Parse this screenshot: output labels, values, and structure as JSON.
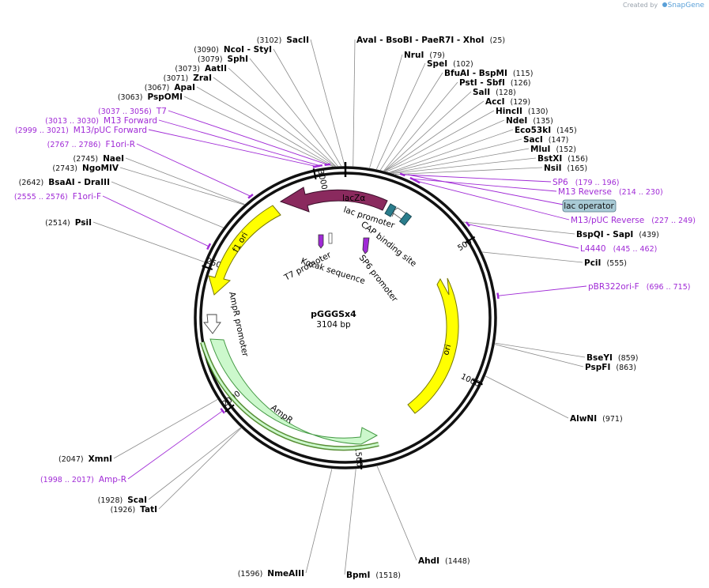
{
  "brand": {
    "prefix": "Created by",
    "name": "SnapGene"
  },
  "plasmid": {
    "name": "pGGGSx4",
    "length_text": "3104 bp",
    "length": 3104
  },
  "ticks": [
    {
      "label": "500",
      "pos": 500
    },
    {
      "label": "1000",
      "pos": 1000
    },
    {
      "label": "1500",
      "pos": 1500
    },
    {
      "label": "2000",
      "pos": 2000
    },
    {
      "label": "2500",
      "pos": 2500
    },
    {
      "label": "3000",
      "pos": 3000
    }
  ],
  "sites": [
    {
      "pos": 25,
      "label": "AvaI   - BsoBI   - PaeR7I   - XhoI",
      "number": "(25)"
    },
    {
      "pos": 79,
      "label": "NruI",
      "number": "(79)"
    },
    {
      "pos": 102,
      "label": "SpeI",
      "number": "(102)"
    },
    {
      "pos": 115,
      "label": "BfuAI   - BspMI",
      "number": "(115)"
    },
    {
      "pos": 126,
      "label": "PstI   - SbfI",
      "number": "(126)"
    },
    {
      "pos": 128,
      "label": "SalI",
      "number": "(128)"
    },
    {
      "pos": 129,
      "label": "AccI",
      "number": "(129)"
    },
    {
      "pos": 130,
      "label": "HincII",
      "number": "(130)"
    },
    {
      "pos": 135,
      "label": "NdeI",
      "number": "(135)"
    },
    {
      "pos": 145,
      "label": "Eco53kI",
      "number": "(145)"
    },
    {
      "pos": 147,
      "label": "SacI",
      "number": "(147)"
    },
    {
      "pos": 152,
      "label": "MluI",
      "number": "(152)"
    },
    {
      "pos": 156,
      "label": "BstXI",
      "number": "(156)"
    },
    {
      "pos": 165,
      "label": "NsiI",
      "number": "(165)"
    },
    {
      "pos": 439,
      "label": "BspQI   - SapI",
      "number": "(439)"
    },
    {
      "pos": 555,
      "label": "PciI",
      "number": "(555)"
    },
    {
      "pos": 859,
      "label": "BseYI",
      "number": "(859)"
    },
    {
      "pos": 863,
      "label": "PspFI",
      "number": "(863)"
    },
    {
      "pos": 971,
      "label": "AlwNI",
      "number": "(971)"
    },
    {
      "pos": 1448,
      "label": "AhdI",
      "number": "(1448)"
    },
    {
      "pos": 1518,
      "label": "BpmI",
      "number": "(1518)"
    },
    {
      "pos": 1596,
      "label": "NmeAIII",
      "number": "(1596)"
    },
    {
      "pos": 1926,
      "label": "TatI",
      "number": "(1926)"
    },
    {
      "pos": 1928,
      "label": "ScaI",
      "number": "(1928)"
    },
    {
      "pos": 2047,
      "label": "XmnI",
      "number": "(2047)"
    },
    {
      "pos": 2514,
      "label": "PsiI",
      "number": "(2514)"
    },
    {
      "pos": 2642,
      "label": "BsaAI   - DraIII",
      "number": "(2642)"
    },
    {
      "pos": 2743,
      "label": "NgoMIV",
      "number": "(2743)"
    },
    {
      "pos": 2745,
      "label": "NaeI",
      "number": "(2745)"
    },
    {
      "pos": 3063,
      "label": "PspOMI",
      "number": "(3063)"
    },
    {
      "pos": 3067,
      "label": "ApaI",
      "number": "(3067)"
    },
    {
      "pos": 3071,
      "label": "ZraI",
      "number": "(3071)"
    },
    {
      "pos": 3073,
      "label": "AatII",
      "number": "(3073)"
    },
    {
      "pos": 3079,
      "label": "SphI",
      "number": "(3079)"
    },
    {
      "pos": 3090,
      "label": "NcoI   - StyI",
      "number": "(3090)"
    },
    {
      "pos": 3102,
      "label": "SacII",
      "number": "(3102)"
    }
  ],
  "primers": [
    {
      "start": 179,
      "end": 196,
      "label": "SP6",
      "range": "(179 .. 196)"
    },
    {
      "start": 214,
      "end": 230,
      "label": "M13 Reverse",
      "range": "(214 .. 230)"
    },
    {
      "start": 227,
      "end": 249,
      "label": "M13/pUC Reverse",
      "range": "(227 .. 249)"
    },
    {
      "start": 445,
      "end": 462,
      "label": "L4440",
      "range": "(445 .. 462)"
    },
    {
      "start": 696,
      "end": 715,
      "label": "pBR322ori-F",
      "range": "(696 .. 715)"
    },
    {
      "start": 1998,
      "end": 2017,
      "label": "Amp-R",
      "range": "(1998 .. 2017)"
    },
    {
      "start": 2555,
      "end": 2576,
      "label": "F1ori-F",
      "range": "(2555 .. 2576)"
    },
    {
      "start": 2767,
      "end": 2786,
      "label": "F1ori-R",
      "range": "(2767 .. 2786)"
    },
    {
      "start": 2999,
      "end": 3021,
      "label": "M13/pUC Forward",
      "range": "(2999 .. 3021)"
    },
    {
      "start": 3013,
      "end": 3030,
      "label": "M13 Forward",
      "range": "(3013 .. 3030)"
    },
    {
      "start": 3037,
      "end": 3056,
      "label": "T7",
      "range": "(3037 .. 3056)"
    }
  ],
  "boxed_label": {
    "text": "lac operator",
    "bg": "#a9cbd6"
  },
  "features": [
    {
      "name": "lacZα",
      "color": "#8a2a5e"
    },
    {
      "name": "ori",
      "color": "#ffff00"
    },
    {
      "name": "AmpR",
      "color": "#ccf8cc"
    },
    {
      "name": "f1 ori",
      "color": "#ffff00"
    },
    {
      "name": "AmpR promoter",
      "color": "#ffffff"
    },
    {
      "name": "lac promoter",
      "color": "#ffffff"
    },
    {
      "name": "CAP binding site",
      "color": "#2a7d8c"
    },
    {
      "name": "SP6 promoter",
      "color": "#ffffff"
    },
    {
      "name": "T7 promoter",
      "color": "#ffffff"
    },
    {
      "name": "Kozak sequence",
      "color": "#ffffff"
    }
  ],
  "colors": {
    "primer": "#a02ad6",
    "backbone": "#000000",
    "amp_outline": "#3a7a10"
  }
}
